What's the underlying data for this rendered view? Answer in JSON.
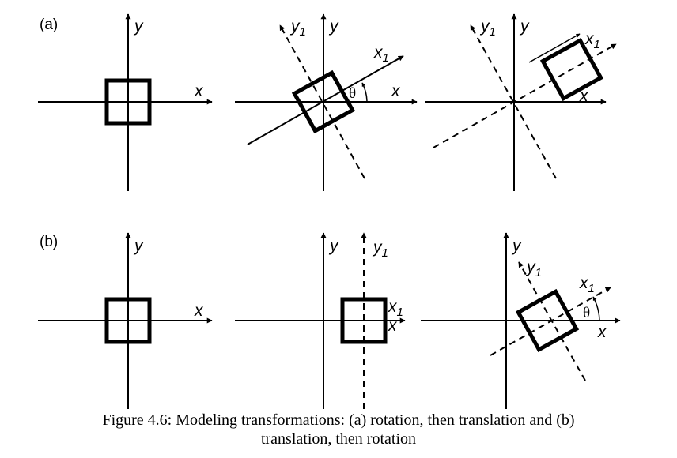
{
  "panels": {
    "a": {
      "label": "(a)"
    },
    "b": {
      "label": "(b)"
    }
  },
  "axes": {
    "x": "x",
    "y": "y",
    "x1_base": "x",
    "y1_base": "y",
    "sub": "1",
    "theta": "θ"
  },
  "caption": {
    "line1": "Figure 4.6: Modeling transformations: (a) rotation, then translation and (b)",
    "line2": "translation, then rotation"
  }
}
